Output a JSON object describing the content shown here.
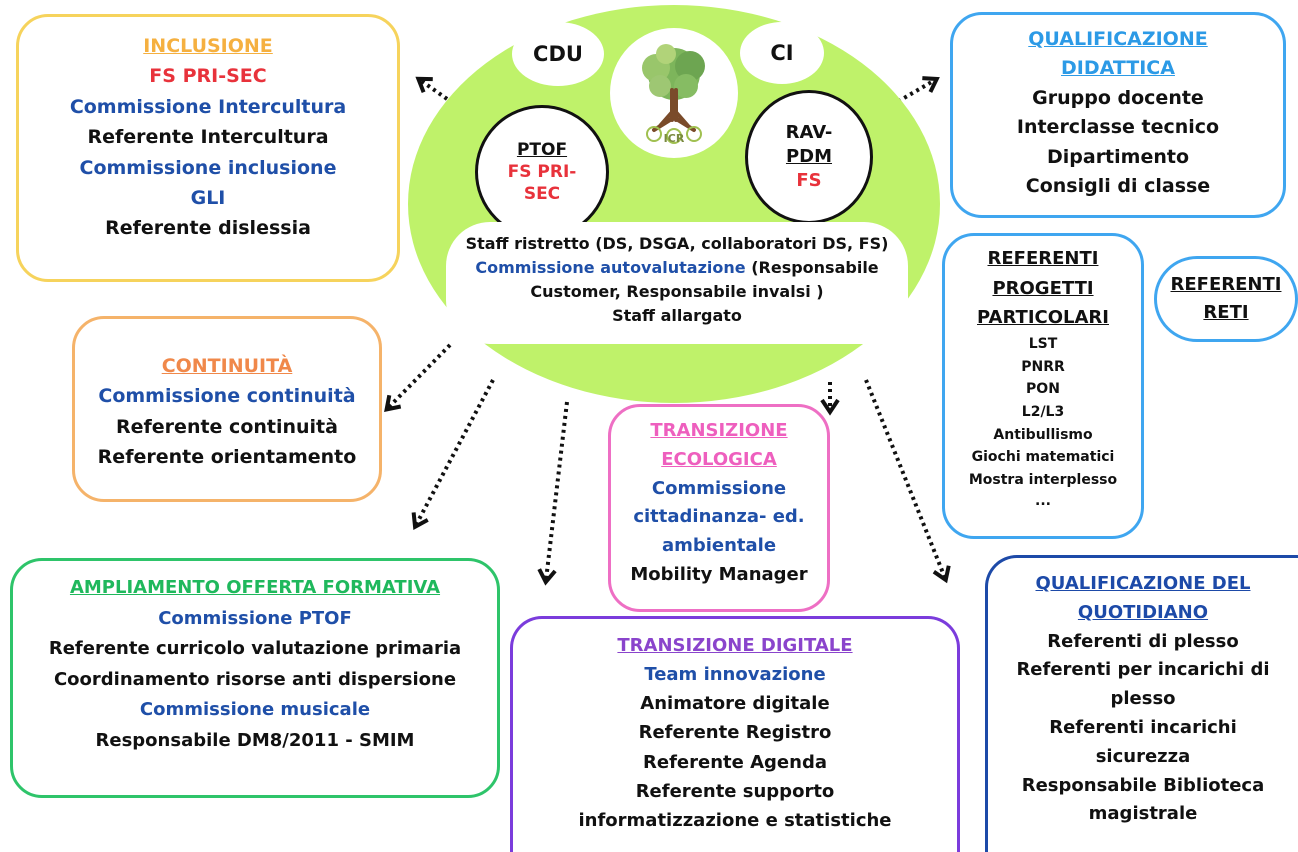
{
  "colors": {
    "green_hub": "#bff26a",
    "yellow": "#f6d35c",
    "orange": "#f5b36a",
    "green": "#2ec46a",
    "pink": "#ee6fc4",
    "purple": "#7b3cdc",
    "navy": "#1d4aa8",
    "light_blue": "#3fa6f0",
    "title_blue": "#2c9ae6",
    "blue_text": "#1f4fa8",
    "red_text": "#e8323b"
  },
  "hub": {
    "cdu": "CDU",
    "ci": "CI",
    "logo_text": "ICR",
    "ptof": [
      "PTOF",
      "FS PRI-",
      "SEC"
    ],
    "rav": [
      "RAV-",
      "PDM",
      "FS"
    ],
    "staff_line1": "Staff ristretto (DS, DSGA, collaboratori DS, FS)",
    "staff_line2_blue": "Commissione autovalutazione",
    "staff_line2_rest": " (Responsabile",
    "staff_line3": "Customer, Responsabile invalsi )",
    "staff_line4": "Staff allargato"
  },
  "inclusione": {
    "title": "INCLUSIONE",
    "fs": "FS PRI-SEC",
    "items": [
      "Commissione Intercultura",
      "Referente Intercultura",
      "Commissione inclusione",
      "GLI",
      "Referente dislessia"
    ]
  },
  "continuita": {
    "title": "CONTINUITÀ",
    "items": [
      "Commissione continuità",
      "Referente continuità",
      "Referente orientamento"
    ]
  },
  "ampliamento": {
    "title": "AMPLIAMENTO OFFERTA FORMATIVA",
    "items": [
      "Commissione PTOF",
      "Referente curricolo valutazione primaria",
      "Coordinamento risorse anti dispersione",
      "Commissione musicale",
      "Responsabile DM8/2011 - SMIM"
    ]
  },
  "ecologica": {
    "title": [
      "TRANSIZIONE",
      "ECOLOGICA"
    ],
    "items": [
      "Commissione",
      "cittadinanza- ed.",
      "ambientale",
      "Mobility Manager"
    ]
  },
  "digitale": {
    "title": "TRANSIZIONE DIGITALE",
    "items": [
      "Team innovazione",
      "Animatore digitale",
      "Referente Registro",
      "Referente Agenda",
      "Referente supporto",
      "informatizzazione e statistiche"
    ]
  },
  "quotidiano": {
    "title": [
      "QUALIFICAZIONE DEL",
      "QUOTIDIANO"
    ],
    "items": [
      "Referenti di plesso",
      "Referenti per incarichi di",
      "plesso",
      "Referenti incarichi",
      "sicurezza",
      "Responsabile Biblioteca",
      "magistrale"
    ]
  },
  "didattica": {
    "title": [
      "QUALIFICAZIONE",
      "DIDATTICA"
    ],
    "items": [
      "Gruppo docente",
      "Interclasse tecnico",
      "Dipartimento",
      "Consigli di classe"
    ]
  },
  "progetti": {
    "title": [
      "REFERENTI",
      "PROGETTI",
      "PARTICOLARI"
    ],
    "items": [
      "LST",
      "PNRR",
      "PON",
      "L2/L3",
      "Antibullismo",
      "Giochi matematici",
      "Mostra interplesso",
      "..."
    ]
  },
  "reti": {
    "title": [
      "REFERENTI",
      "RETI"
    ]
  }
}
